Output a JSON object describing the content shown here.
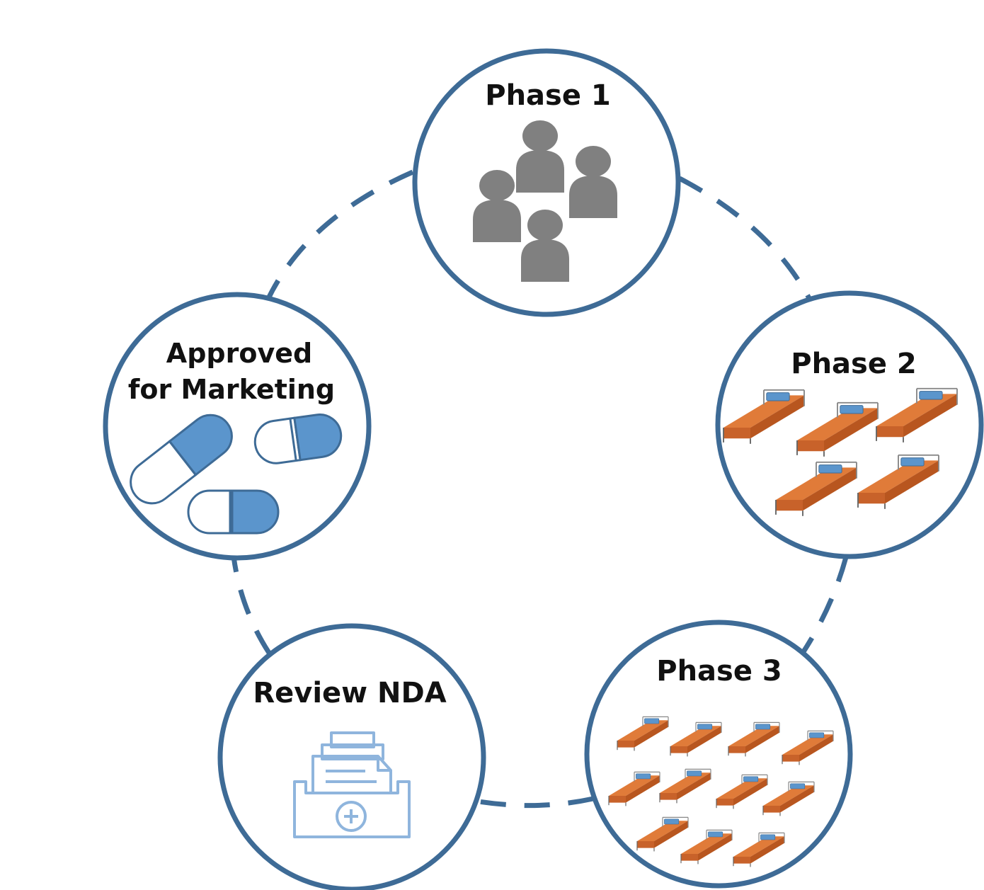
{
  "colors": {
    "ring": "#3e6b96",
    "person": "#808080",
    "bed": "#e07b39",
    "bed_dark": "#c8622a",
    "pillow": "#5b95cc",
    "pill_fill": "#5b95cc",
    "pill_stroke": "#3e6b96",
    "nda": "#8fb5dd"
  },
  "stages": [
    {
      "id": "phase-1",
      "lines": [
        "Phase 1"
      ],
      "icon": "people-icon"
    },
    {
      "id": "phase-2",
      "lines": [
        "Phase 2"
      ],
      "icon": "hospital-beds-icon",
      "bed_count": 5
    },
    {
      "id": "phase-3",
      "lines": [
        "Phase 3"
      ],
      "icon": "hospital-beds-icon",
      "bed_count": 11
    },
    {
      "id": "review-nda",
      "lines": [
        "Review NDA"
      ],
      "icon": "file-drawer-icon"
    },
    {
      "id": "approved",
      "lines": [
        "Approved",
        "for Marketing"
      ],
      "icon": "capsules-icon"
    }
  ]
}
